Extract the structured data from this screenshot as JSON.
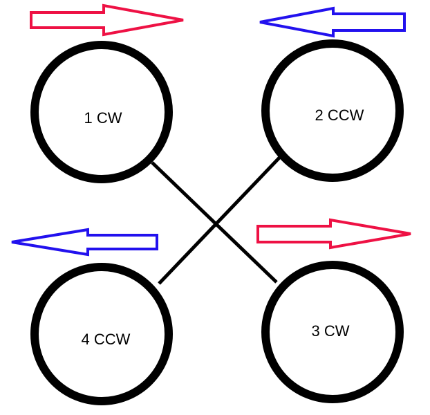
{
  "rotors": [
    {
      "id": "1",
      "label": "1 CW",
      "direction": "CW"
    },
    {
      "id": "2",
      "label": "2 CCW",
      "direction": "CCW"
    },
    {
      "id": "3",
      "label": "3 CW",
      "direction": "CW"
    },
    {
      "id": "4",
      "label": "4 CCW",
      "direction": "CCW"
    }
  ],
  "arrows": [
    {
      "pointing": "right",
      "color": "#ee1144"
    },
    {
      "pointing": "left",
      "color": "#2211ee"
    },
    {
      "pointing": "left",
      "color": "#2211ee"
    },
    {
      "pointing": "right",
      "color": "#ee1144"
    }
  ],
  "colors": {
    "outline": "#000000",
    "red": "#ee1144",
    "blue": "#2211ee"
  }
}
